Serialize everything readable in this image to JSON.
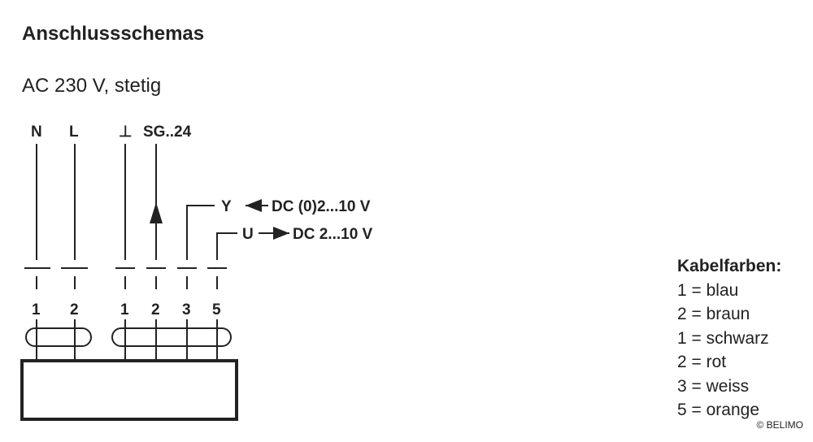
{
  "title": "Anschlussschemas",
  "subtitle": "AC 230 V, stetig",
  "terminals": {
    "n": "N",
    "l": "L",
    "ground": "⊥",
    "sg": "SG..24"
  },
  "signals": {
    "y": "Y",
    "y_text": "DC (0)2...10 V",
    "u": "U",
    "u_text": "DC 2...10 V"
  },
  "wire_numbers": [
    "1",
    "2",
    "1",
    "2",
    "3",
    "5"
  ],
  "legend": {
    "title": "Kabelfarben:",
    "items": [
      "1 = blau",
      "2 = braun",
      "1 = schwarz",
      "2 = rot",
      "3 = weiss",
      "5 = orange"
    ]
  },
  "copyright": "© BELIMO"
}
